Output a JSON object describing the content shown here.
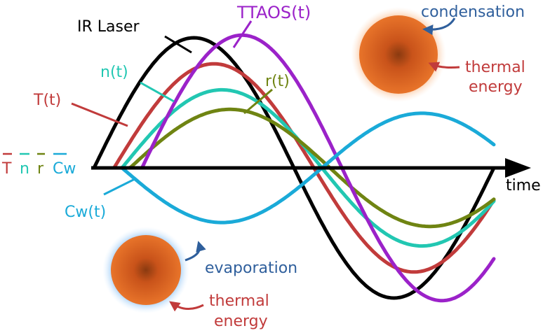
{
  "labels": {
    "ir_laser": "IR Laser",
    "ttaos": "TTAOS(t)",
    "n": "n(t)",
    "T": "T(t)",
    "r": "r(t)",
    "cw": "Cw(t)",
    "time": "time",
    "condensation": "condensation",
    "thermal_energy_top_1": "thermal",
    "thermal_energy_top_2": "energy",
    "evaporation": "evaporation",
    "thermal_energy_bottom_1": "thermal",
    "thermal_energy_bottom_2": "energy",
    "mean_T": "T",
    "mean_n": "n",
    "mean_r": "r",
    "mean_cw": "Cw"
  },
  "colors": {
    "ir_laser": "#000000",
    "ttaos": "#9b22c9",
    "n": "#22c7b2",
    "T": "#c13b3b",
    "r": "#6f8412",
    "cw": "#1aaad8",
    "condensation": "#2f5f9c",
    "evaporation": "#2f5f9c",
    "thermal": "#c13b3b",
    "droplet": "#d9621f"
  },
  "curves": [
    {
      "key": "ir_laser",
      "amplitude": 1.0,
      "phase_shift": 0.0
    },
    {
      "key": "T",
      "amplitude": 0.8,
      "phase_shift": 0.05
    },
    {
      "key": "n",
      "amplitude": 0.6,
      "phase_shift": 0.07
    },
    {
      "key": "r",
      "amplitude": 0.45,
      "phase_shift": 0.09
    },
    {
      "key": "ttaos",
      "amplitude": 1.02,
      "phase_shift": 0.12
    },
    {
      "key": "cw",
      "amplitude": -0.42,
      "phase_shift": 0.07
    }
  ]
}
